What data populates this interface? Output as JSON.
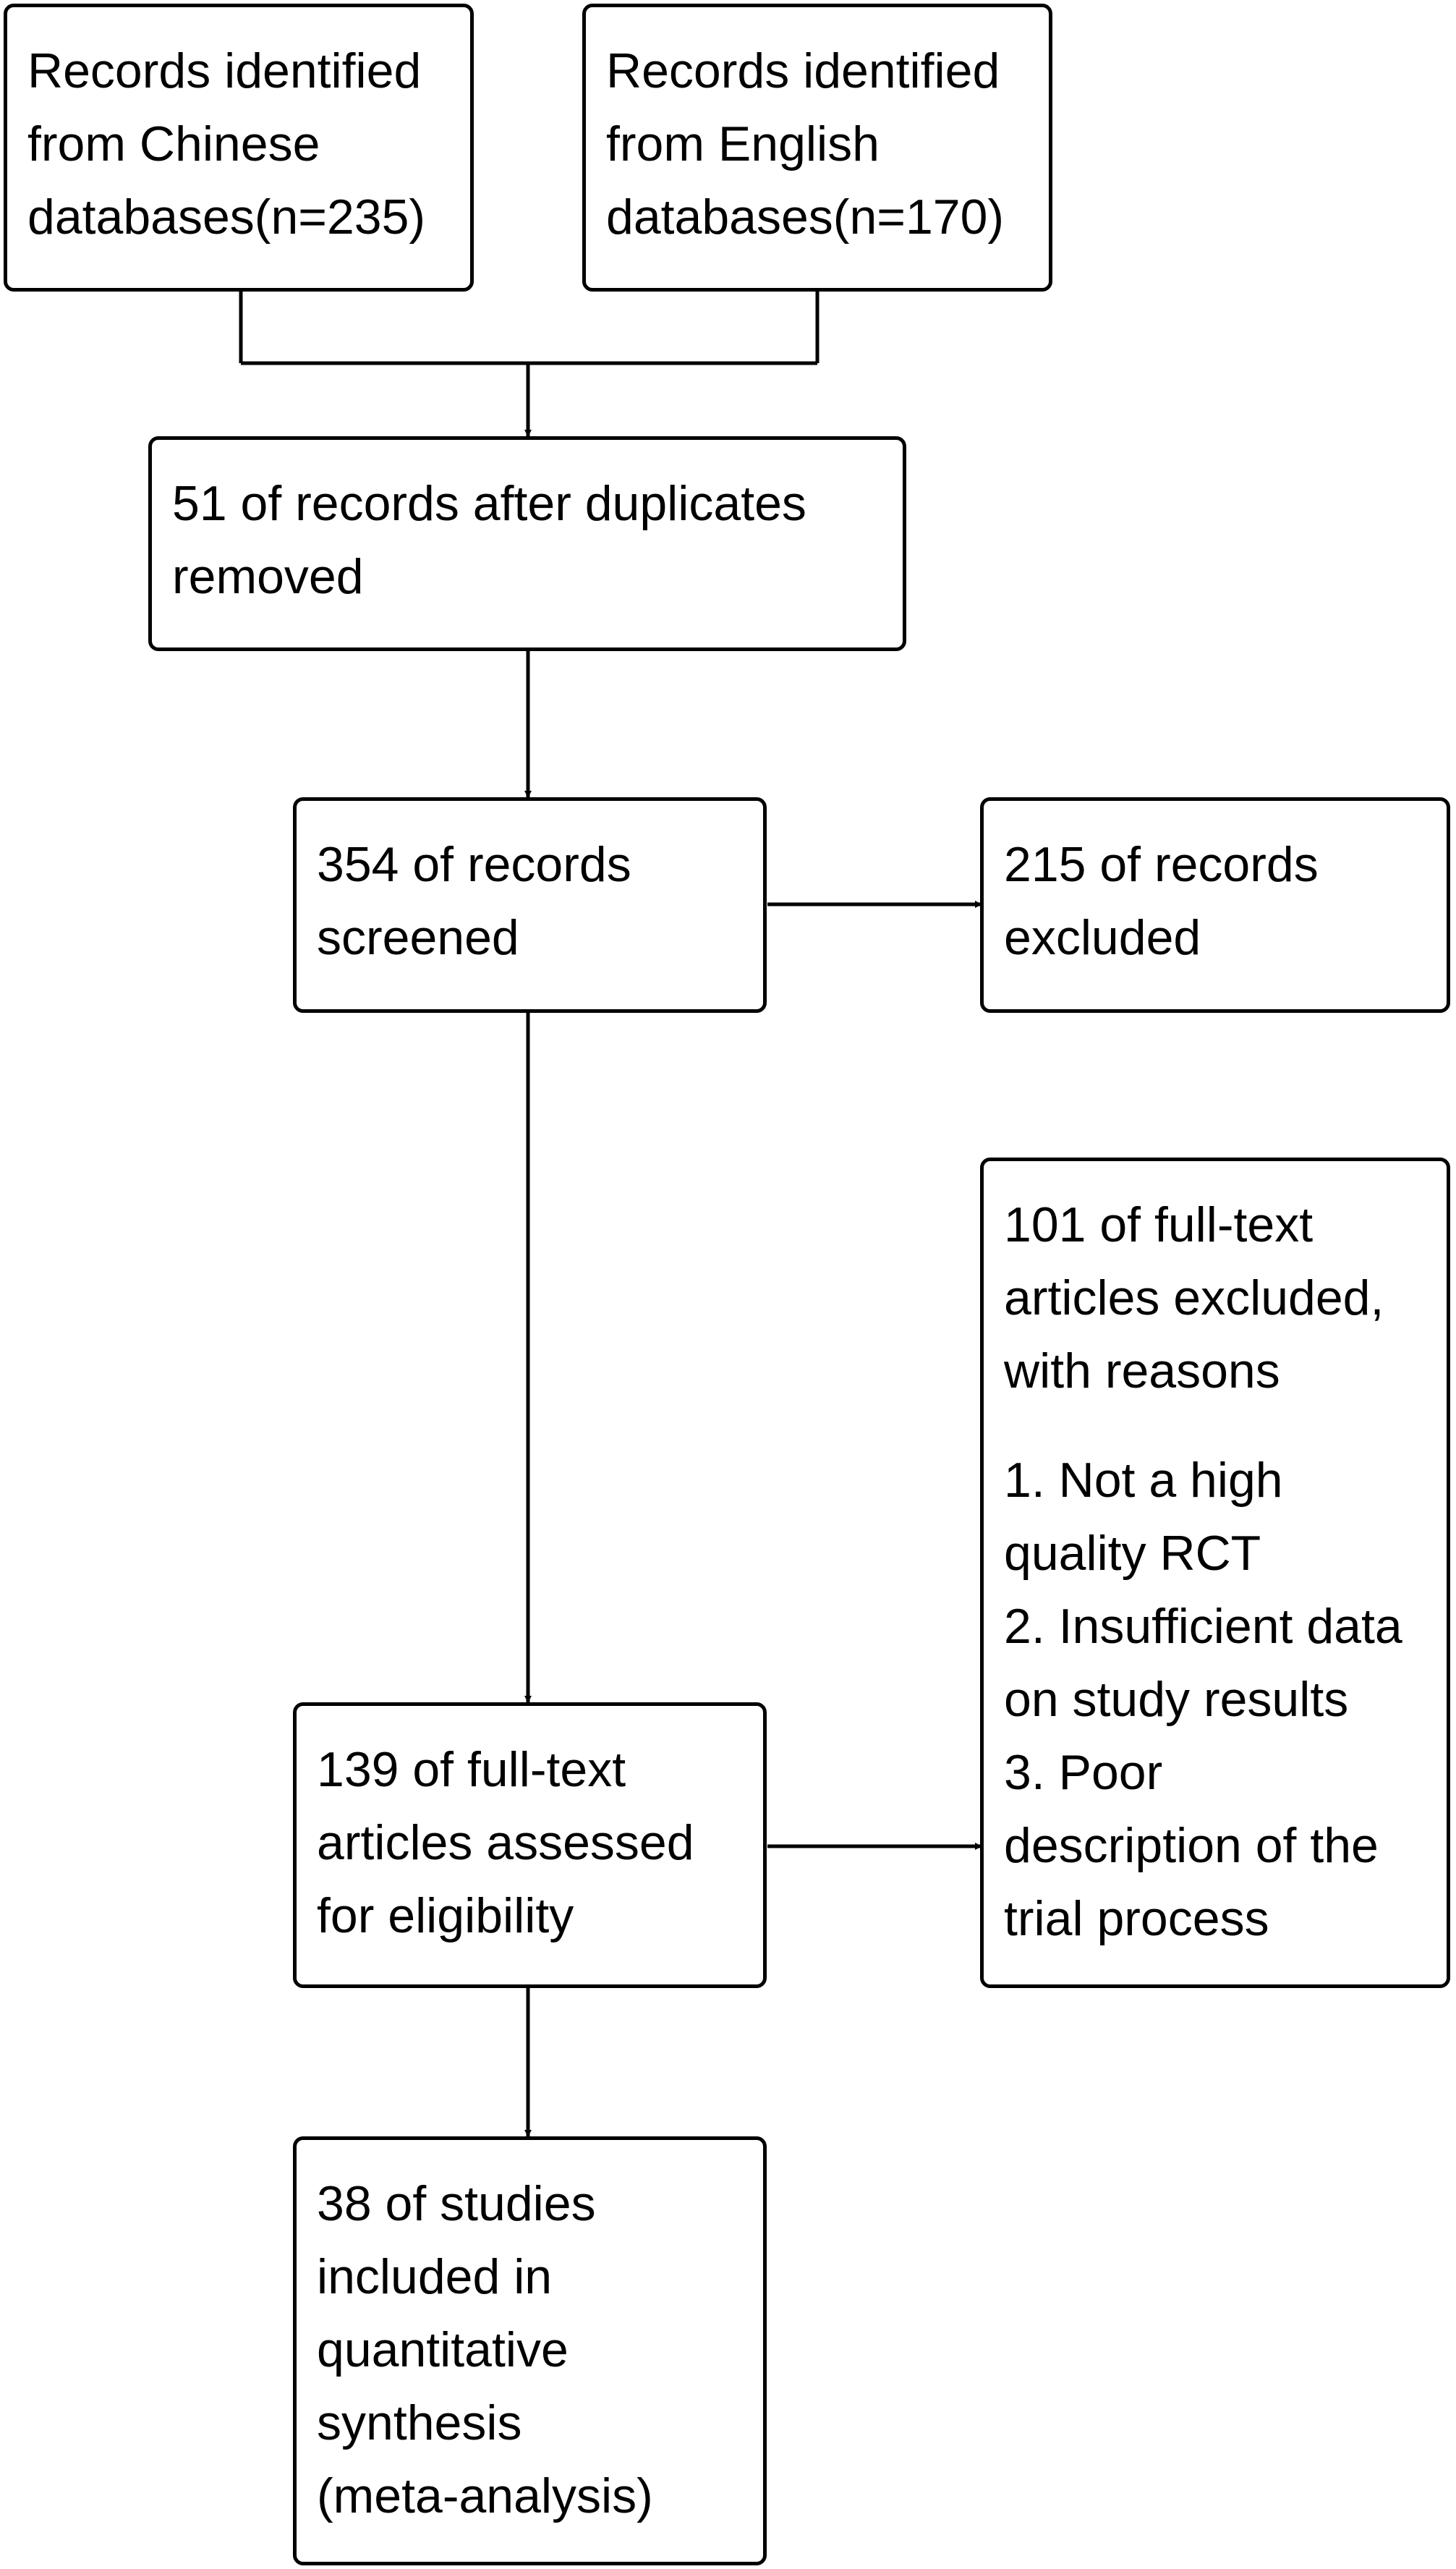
{
  "nodes": {
    "chinese": {
      "lines": [
        "Records identified",
        "from Chinese",
        "databases(n=235)"
      ]
    },
    "english": {
      "lines": [
        "Records identified",
        "from English",
        "databases(n=170)"
      ]
    },
    "dedup": {
      "lines": [
        "51 of records after duplicates",
        "removed"
      ]
    },
    "screened": {
      "lines": [
        "354 of records",
        "screened"
      ]
    },
    "excluded": {
      "lines": [
        "215 of records",
        "excluded"
      ]
    },
    "fulltext_excluded": {
      "lines": [
        "101 of full-text",
        "articles excluded,",
        "with reasons"
      ],
      "reasons": [
        "1. Not a high",
        "quality RCT",
        "2. Insufficient data",
        "on study results",
        "3. Poor",
        "description of the",
        "trial process"
      ]
    },
    "assessed": {
      "lines": [
        "139 of full-text",
        "articles assessed",
        "for eligibility"
      ]
    },
    "included": {
      "lines": [
        "38 of studies",
        "included in",
        "quantitative",
        "synthesis",
        "(meta-analysis)"
      ]
    }
  }
}
